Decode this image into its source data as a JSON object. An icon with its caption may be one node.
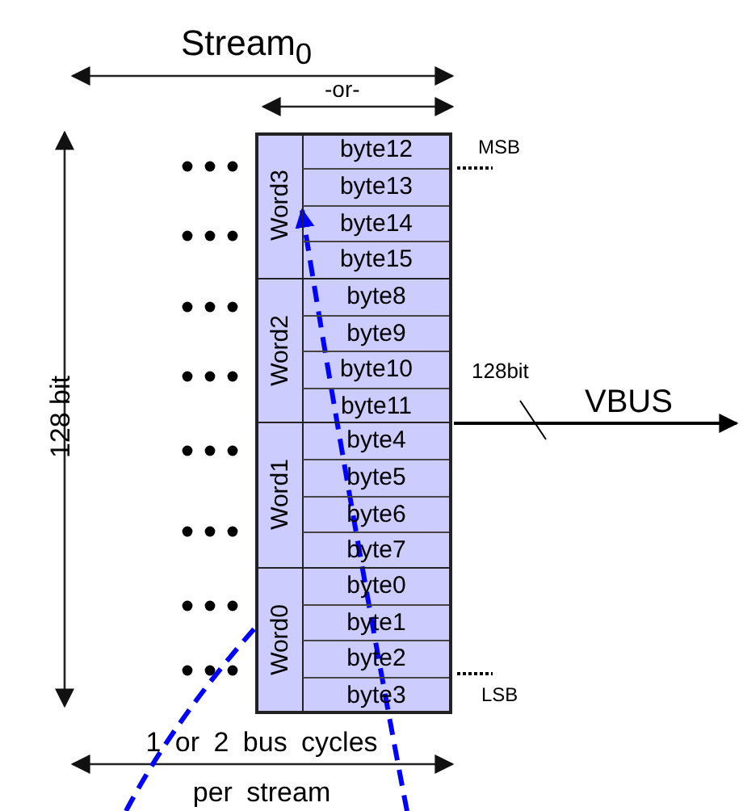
{
  "diagram": {
    "nodes": [
      {
        "text": [],
        "shape": "box"
      },
      {
        "text": [
          "Word3"
        ],
        "in": 0
      },
      {
        "text": [
          "byte12"
        ],
        "in": 1
      },
      {
        "text": [
          "byte13"
        ],
        "in": 1
      },
      {
        "text": [
          "byte14"
        ],
        "in": 1
      },
      {
        "text": [
          "byte15"
        ],
        "in": 1
      },
      {
        "text": [
          "Word2"
        ],
        "in": 0
      },
      {
        "text": [
          "byte8"
        ],
        "in": 6
      },
      {
        "text": [
          "byte9"
        ],
        "in": 6
      },
      {
        "text": [
          "byte10"
        ],
        "in": 6
      },
      {
        "text": [
          "byte11"
        ],
        "in": 6
      },
      {
        "text": [
          "Word1"
        ],
        "in": 0
      },
      {
        "text": [
          "byte4"
        ],
        "in": 11
      },
      {
        "text": [
          "byte5"
        ],
        "in": 11
      },
      {
        "text": [
          "byte6"
        ],
        "in": 11
      },
      {
        "text": [
          "byte7"
        ],
        "in": 11
      },
      {
        "text": [
          "Word0"
        ],
        "in": 0
      },
      {
        "text": [
          "byte0"
        ],
        "in": 16
      },
      {
        "text": [
          "byte1"
        ],
        "in": 16
      },
      {
        "text": [
          "byte2"
        ],
        "in": 16
      },
      {
        "text": [
          "byte3"
        ],
        "in": 16
      }
    ],
    "edges": [
      {
        "from": 0,
        "to": null,
        "arrow": "to",
        "label": "VBUS",
        "color": "#000000"
      },
      {
        "from": null,
        "to": 4,
        "arrow": "to",
        "style": "dashed",
        "color": "#0000ff"
      },
      {
        "from": null,
        "to": 16,
        "arrow": "none",
        "style": "dashed",
        "color": "#0000ff"
      }
    ],
    "labels": [
      "Stream$_{0}$",
      "-or-",
      "MSB",
      "128 bit",
      "128bit",
      "LSB",
      "1 or 2 bus cycles per stream"
    ]
  }
}
